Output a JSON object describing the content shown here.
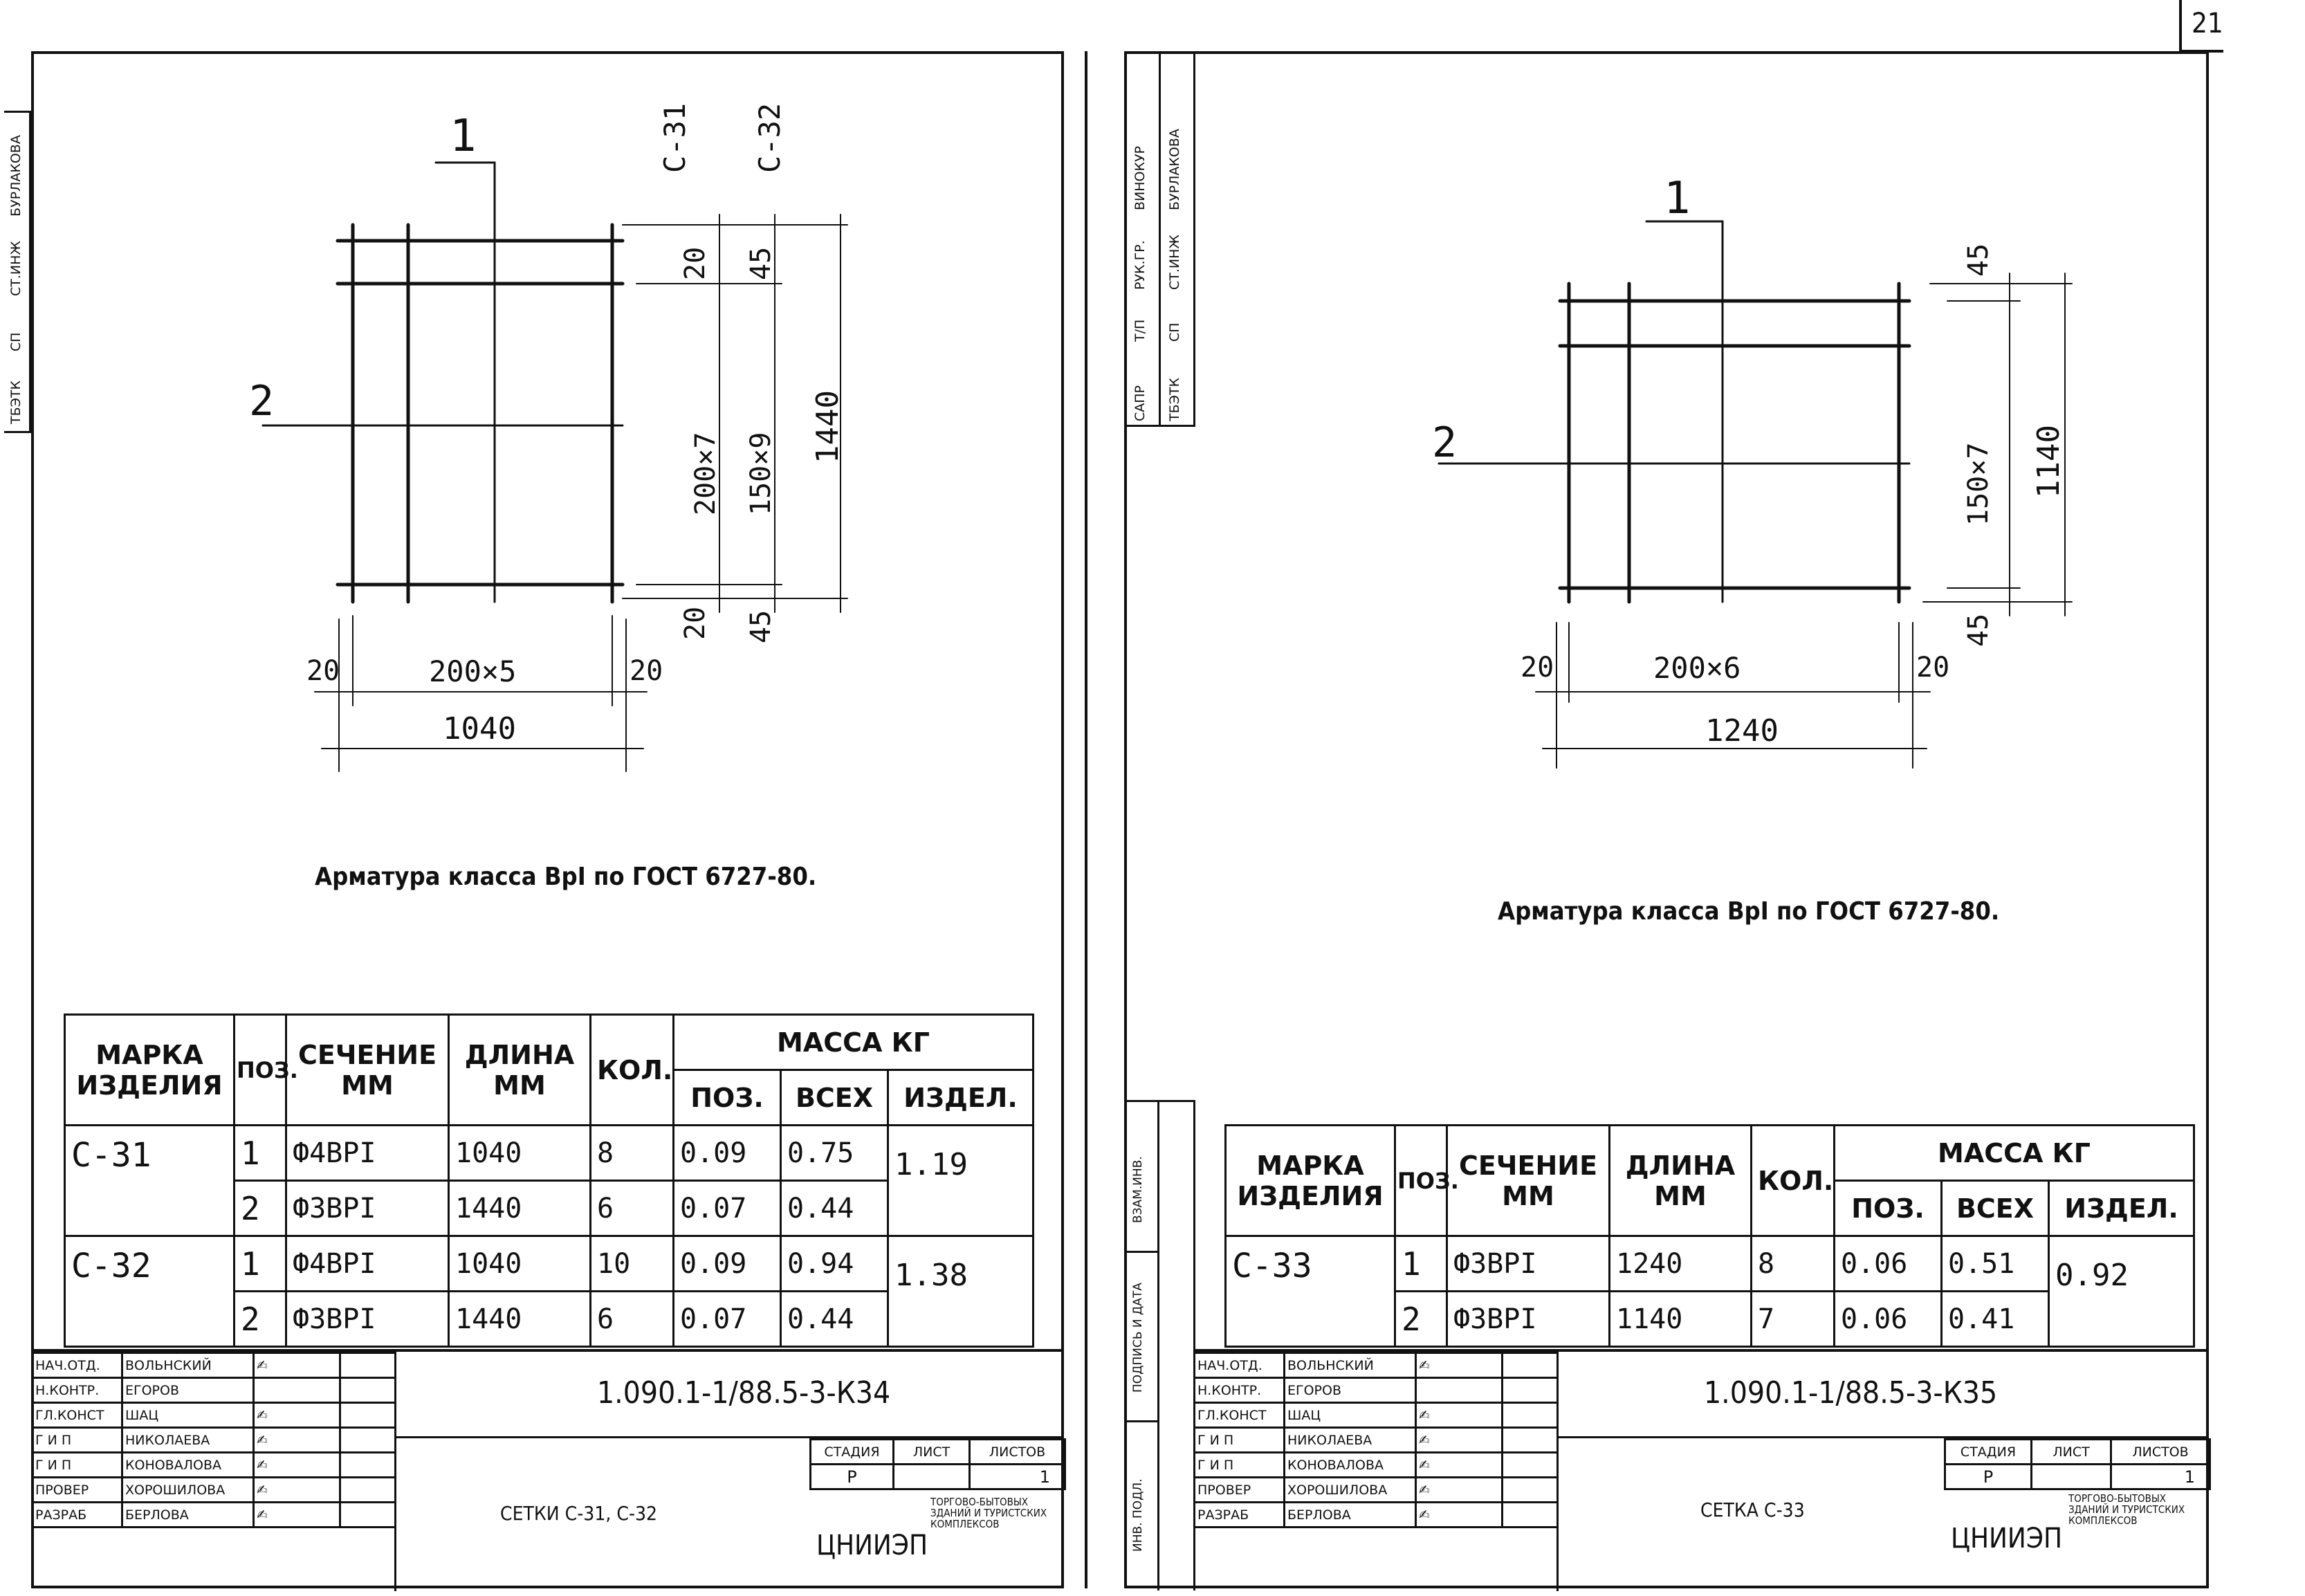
{
  "page_number": "21",
  "side_stamp_left": [
    "БУРЛАКОВА",
    "СТ.ИНЖ",
    "СП",
    "ТБЭТК"
  ],
  "side_stamp_right": [
    "ВИНОКУР",
    "БУРЛАКОВА",
    "РУК.ГР.",
    "СТ.ИНЖ",
    "Т/П",
    "СП",
    "САПР",
    "ТБЭТК"
  ],
  "side_margin_right": [
    "ВЗАМ.ИНВ.",
    "ПОДПИСЬ И ДАТА",
    "ИНВ. ПОДЛ."
  ],
  "sheets": [
    {
      "drawing": {
        "pos1": "1",
        "pos2": "2",
        "top_labels": [
          "С-31",
          "С-32"
        ],
        "dims_right": [
          "20",
          "200×7",
          "20",
          "45",
          "150×9",
          "45",
          "1440"
        ],
        "dims_bottom": [
          "20",
          "200×5",
          "20",
          "1040"
        ]
      },
      "note": "Арматура класса ВрI по ГОСТ 6727-80.",
      "table": {
        "h_mark": "МАРКА ИЗДЕЛИЯ",
        "h_pos": "ПОЗ.",
        "h_section": "СЕЧЕНИЕ ММ",
        "h_length": "ДЛИНА ММ",
        "h_qty": "КОЛ.",
        "h_mass": "МАССА КГ",
        "h_mpos": "ПОЗ.",
        "h_mall": "ВСЕХ",
        "h_mitem": "ИЗДЕЛ.",
        "rows": [
          {
            "mark": "С-31",
            "pos": "1",
            "section": "Ф4ВРI",
            "length": "1040",
            "qty": "8",
            "mpos": "0.09",
            "mall": "0.75",
            "mitem": "1.19"
          },
          {
            "mark": "",
            "pos": "2",
            "section": "Ф3ВРI",
            "length": "1440",
            "qty": "6",
            "mpos": "0.07",
            "mall": "0.44",
            "mitem": ""
          },
          {
            "mark": "С-32",
            "pos": "1",
            "section": "Ф4ВРI",
            "length": "1040",
            "qty": "10",
            "mpos": "0.09",
            "mall": "0.94",
            "mitem": "1.38"
          },
          {
            "mark": "",
            "pos": "2",
            "section": "Ф3ВРI",
            "length": "1440",
            "qty": "6",
            "mpos": "0.07",
            "mall": "0.44",
            "mitem": ""
          }
        ]
      },
      "stamp": {
        "code": "1.090.1-1/88.5-3-К34",
        "title": "СЕТКИ С-31, С-32",
        "stage_label": "СТАДИЯ",
        "sheet_label": "ЛИСТ",
        "sheets_label": "ЛИСТОВ",
        "stage": "Р",
        "sheets": "1",
        "org": "ЦНИИЭП",
        "org_note": "ТОРГОВО-БЫТОВЫХ ЗДАНИЙ И ТУРИСТСКИХ КОМПЛЕКСОВ",
        "people": [
          {
            "role": "НАЧ.ОТД.",
            "name": "ВОЛЬНСКИЙ"
          },
          {
            "role": "Н.КОНТР.",
            "name": "ЕГОРОВ"
          },
          {
            "role": "ГЛ.КОНСТ",
            "name": "ШАЦ"
          },
          {
            "role": "Г И П",
            "name": "НИКОЛАЕВА"
          },
          {
            "role": "Г И П",
            "name": "КОНОВАЛОВА"
          },
          {
            "role": "ПРОВЕР",
            "name": "ХОРОШИЛОВА"
          },
          {
            "role": "РАЗРАБ",
            "name": "БЕРЛОВА"
          }
        ]
      }
    },
    {
      "drawing": {
        "pos1": "1",
        "pos2": "2",
        "dims_right": [
          "45",
          "150×7",
          "45",
          "1140"
        ],
        "dims_bottom": [
          "20",
          "200×6",
          "20",
          "1240"
        ]
      },
      "note": "Арматура класса ВрI по ГОСТ 6727-80.",
      "table": {
        "h_mark": "МАРКА ИЗДЕЛИЯ",
        "h_pos": "ПОЗ.",
        "h_section": "СЕЧЕНИЕ ММ",
        "h_length": "ДЛИНА ММ",
        "h_qty": "КОЛ.",
        "h_mass": "МАССА КГ",
        "h_mpos": "ПОЗ.",
        "h_mall": "ВСЕХ",
        "h_mitem": "ИЗДЕЛ.",
        "rows": [
          {
            "mark": "С-33",
            "pos": "1",
            "section": "Ф3ВРI",
            "length": "1240",
            "qty": "8",
            "mpos": "0.06",
            "mall": "0.51",
            "mitem": "0.92"
          },
          {
            "mark": "",
            "pos": "2",
            "section": "Ф3ВРI",
            "length": "1140",
            "qty": "7",
            "mpos": "0.06",
            "mall": "0.41",
            "mitem": ""
          }
        ]
      },
      "stamp": {
        "code": "1.090.1-1/88.5-3-К35",
        "title": "СЕТКА С-33",
        "stage_label": "СТАДИЯ",
        "sheet_label": "ЛИСТ",
        "sheets_label": "ЛИСТОВ",
        "stage": "Р",
        "sheets": "1",
        "org": "ЦНИИЭП",
        "org_note": "ТОРГОВО-БЫТОВЫХ ЗДАНИЙ И ТУРИСТСКИХ КОМПЛЕКСОВ",
        "people": [
          {
            "role": "НАЧ.ОТД.",
            "name": "ВОЛЬНСКИЙ"
          },
          {
            "role": "Н.КОНТР.",
            "name": "ЕГОРОВ"
          },
          {
            "role": "ГЛ.КОНСТ",
            "name": "ШАЦ"
          },
          {
            "role": "Г И П",
            "name": "НИКОЛАЕВА"
          },
          {
            "role": "Г И П",
            "name": "КОНОВАЛОВА"
          },
          {
            "role": "ПРОВЕР",
            "name": "ХОРОШИЛОВА"
          },
          {
            "role": "РАЗРАБ",
            "name": "БЕРЛОВА"
          }
        ]
      }
    }
  ]
}
